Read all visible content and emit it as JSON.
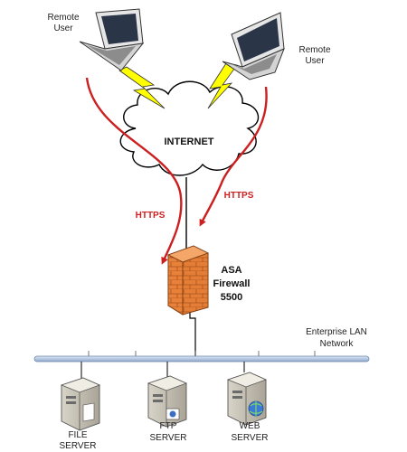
{
  "users": {
    "left": [
      "Remote",
      "User"
    ],
    "right": [
      "Remote",
      "User"
    ]
  },
  "internet": "INTERNET",
  "https": {
    "left": "HTTPS",
    "right": "HTTPS"
  },
  "firewall": [
    "ASA",
    "Firewall",
    "5500"
  ],
  "lan": [
    "Enterprise LAN",
    "Network"
  ],
  "servers": {
    "file": [
      "FILE",
      "SERVER"
    ],
    "ftp": [
      "FTP",
      "SERVER"
    ],
    "web": [
      "WEB",
      "SERVER"
    ]
  },
  "colors": {
    "https": "#cc1f1f",
    "lightning": "#ffff00",
    "firewall": "#e8823a",
    "bus": "#a9c1e0"
  }
}
